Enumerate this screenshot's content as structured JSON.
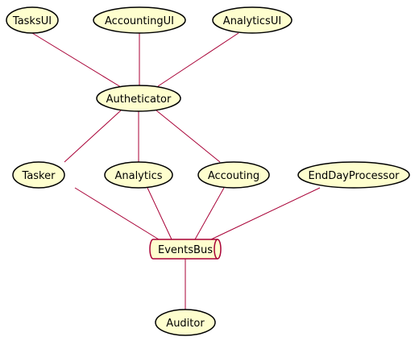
{
  "diagram": {
    "colors": {
      "node_fill": "#FEFECE",
      "node_border": "#000000",
      "queue_border": "#A80036",
      "edge": "#A80036"
    },
    "nodes": [
      {
        "id": "tasksui",
        "label": "TasksUI",
        "shape": "usecase"
      },
      {
        "id": "accountingui",
        "label": "AccountingUI",
        "shape": "usecase"
      },
      {
        "id": "analyticsui",
        "label": "AnalyticsUI",
        "shape": "usecase"
      },
      {
        "id": "autheticator",
        "label": "Autheticator",
        "shape": "usecase"
      },
      {
        "id": "tasker",
        "label": "Tasker",
        "shape": "usecase"
      },
      {
        "id": "analytics",
        "label": "Analytics",
        "shape": "usecase"
      },
      {
        "id": "accouting",
        "label": "Accouting",
        "shape": "usecase"
      },
      {
        "id": "enddayprocessor",
        "label": "EndDayProcessor",
        "shape": "usecase"
      },
      {
        "id": "eventsbus",
        "label": "EventsBus",
        "shape": "queue"
      },
      {
        "id": "auditor",
        "label": "Auditor",
        "shape": "usecase"
      }
    ],
    "edges": [
      {
        "from": "tasksui",
        "to": "autheticator"
      },
      {
        "from": "accountingui",
        "to": "autheticator"
      },
      {
        "from": "analyticsui",
        "to": "autheticator"
      },
      {
        "from": "autheticator",
        "to": "tasker"
      },
      {
        "from": "autheticator",
        "to": "analytics"
      },
      {
        "from": "autheticator",
        "to": "accouting"
      },
      {
        "from": "tasker",
        "to": "eventsbus"
      },
      {
        "from": "analytics",
        "to": "eventsbus"
      },
      {
        "from": "accouting",
        "to": "eventsbus"
      },
      {
        "from": "enddayprocessor",
        "to": "eventsbus"
      },
      {
        "from": "eventsbus",
        "to": "auditor"
      }
    ]
  }
}
